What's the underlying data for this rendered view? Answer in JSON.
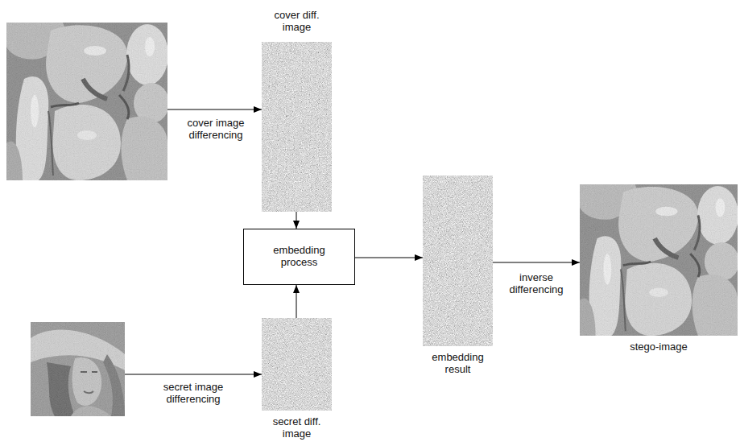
{
  "diagram": {
    "nodes": [
      {
        "text": []
      },
      {
        "text": [
          "cover diff. image"
        ]
      },
      {
        "text": [
          "embedding process"
        ]
      },
      {
        "text": [
          "embedding result"
        ]
      },
      {
        "text": [
          "stego-image"
        ]
      },
      {
        "text": []
      },
      {
        "text": [
          "secret diff. image"
        ]
      }
    ],
    "edges": [
      {
        "from": 0,
        "to": 1,
        "arrow": "to",
        "label": "cover image differencing"
      },
      {
        "from": 1,
        "to": 2,
        "arrow": "to"
      },
      {
        "from": 6,
        "to": 2,
        "arrow": "to"
      },
      {
        "from": 2,
        "to": 3,
        "arrow": "to"
      },
      {
        "from": 3,
        "to": 4,
        "arrow": "to",
        "label": "inverse differencing"
      },
      {
        "from": 5,
        "to": 6,
        "arrow": "to",
        "label": "secret image differencing"
      }
    ]
  }
}
